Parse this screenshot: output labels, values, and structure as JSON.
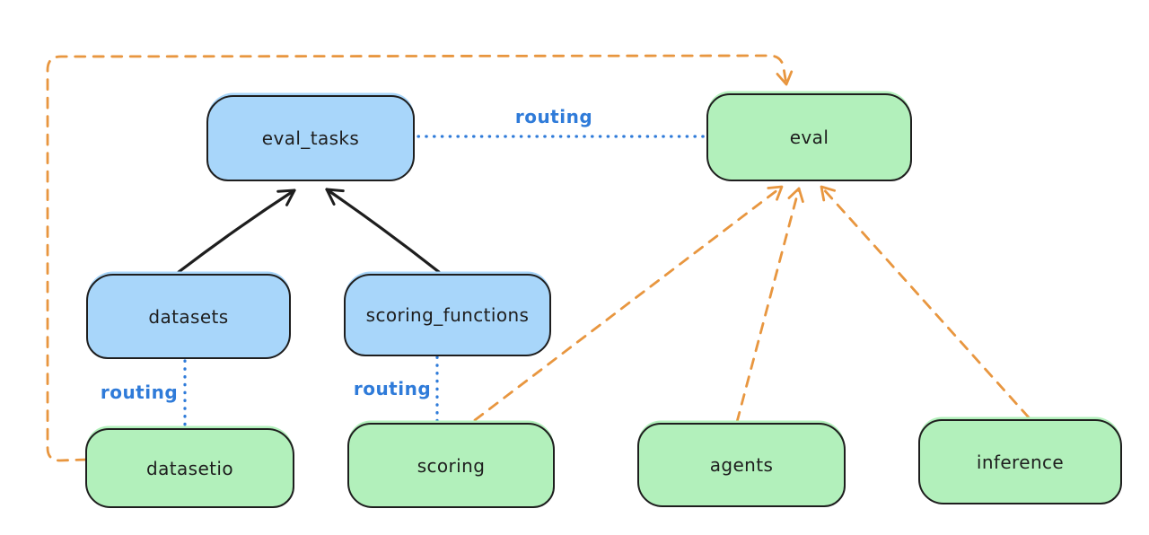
{
  "diagram": {
    "background": "#ffffff",
    "colors": {
      "node_blue_fill": "#a8d6fa",
      "node_green_fill": "#b2f0bb",
      "node_stroke": "#1e1e1e",
      "routing_blue": "#2f7bd9",
      "dashed_orange": "#e8963f",
      "solid_arrow_black": "#1e1e1e"
    },
    "nodes": [
      {
        "id": "eval_tasks",
        "label": "eval_tasks",
        "color": "blue"
      },
      {
        "id": "eval",
        "label": "eval",
        "color": "green"
      },
      {
        "id": "datasets",
        "label": "datasets",
        "color": "blue"
      },
      {
        "id": "scoring_functions",
        "label": "scoring_functions",
        "color": "blue"
      },
      {
        "id": "datasetio",
        "label": "datasetio",
        "color": "green"
      },
      {
        "id": "scoring",
        "label": "scoring",
        "color": "green"
      },
      {
        "id": "agents",
        "label": "agents",
        "color": "green"
      },
      {
        "id": "inference",
        "label": "inference",
        "color": "green"
      }
    ],
    "edges": [
      {
        "from": "datasets",
        "to": "eval_tasks",
        "style": "solid-arrow",
        "color": "black"
      },
      {
        "from": "scoring_functions",
        "to": "eval_tasks",
        "style": "solid-arrow",
        "color": "black"
      },
      {
        "from": "eval_tasks",
        "to": "eval",
        "style": "dotted",
        "color": "blue",
        "label": "routing"
      },
      {
        "from": "datasets",
        "to": "datasetio",
        "style": "dotted",
        "color": "blue",
        "label": "routing"
      },
      {
        "from": "scoring_functions",
        "to": "scoring",
        "style": "dotted",
        "color": "blue",
        "label": "routing"
      },
      {
        "from": "datasetio",
        "to": "eval",
        "style": "dashed-arrow",
        "color": "orange"
      },
      {
        "from": "scoring",
        "to": "eval",
        "style": "dashed-arrow",
        "color": "orange"
      },
      {
        "from": "agents",
        "to": "eval",
        "style": "dashed-arrow",
        "color": "orange"
      },
      {
        "from": "inference",
        "to": "eval",
        "style": "dashed-arrow",
        "color": "orange"
      }
    ]
  }
}
